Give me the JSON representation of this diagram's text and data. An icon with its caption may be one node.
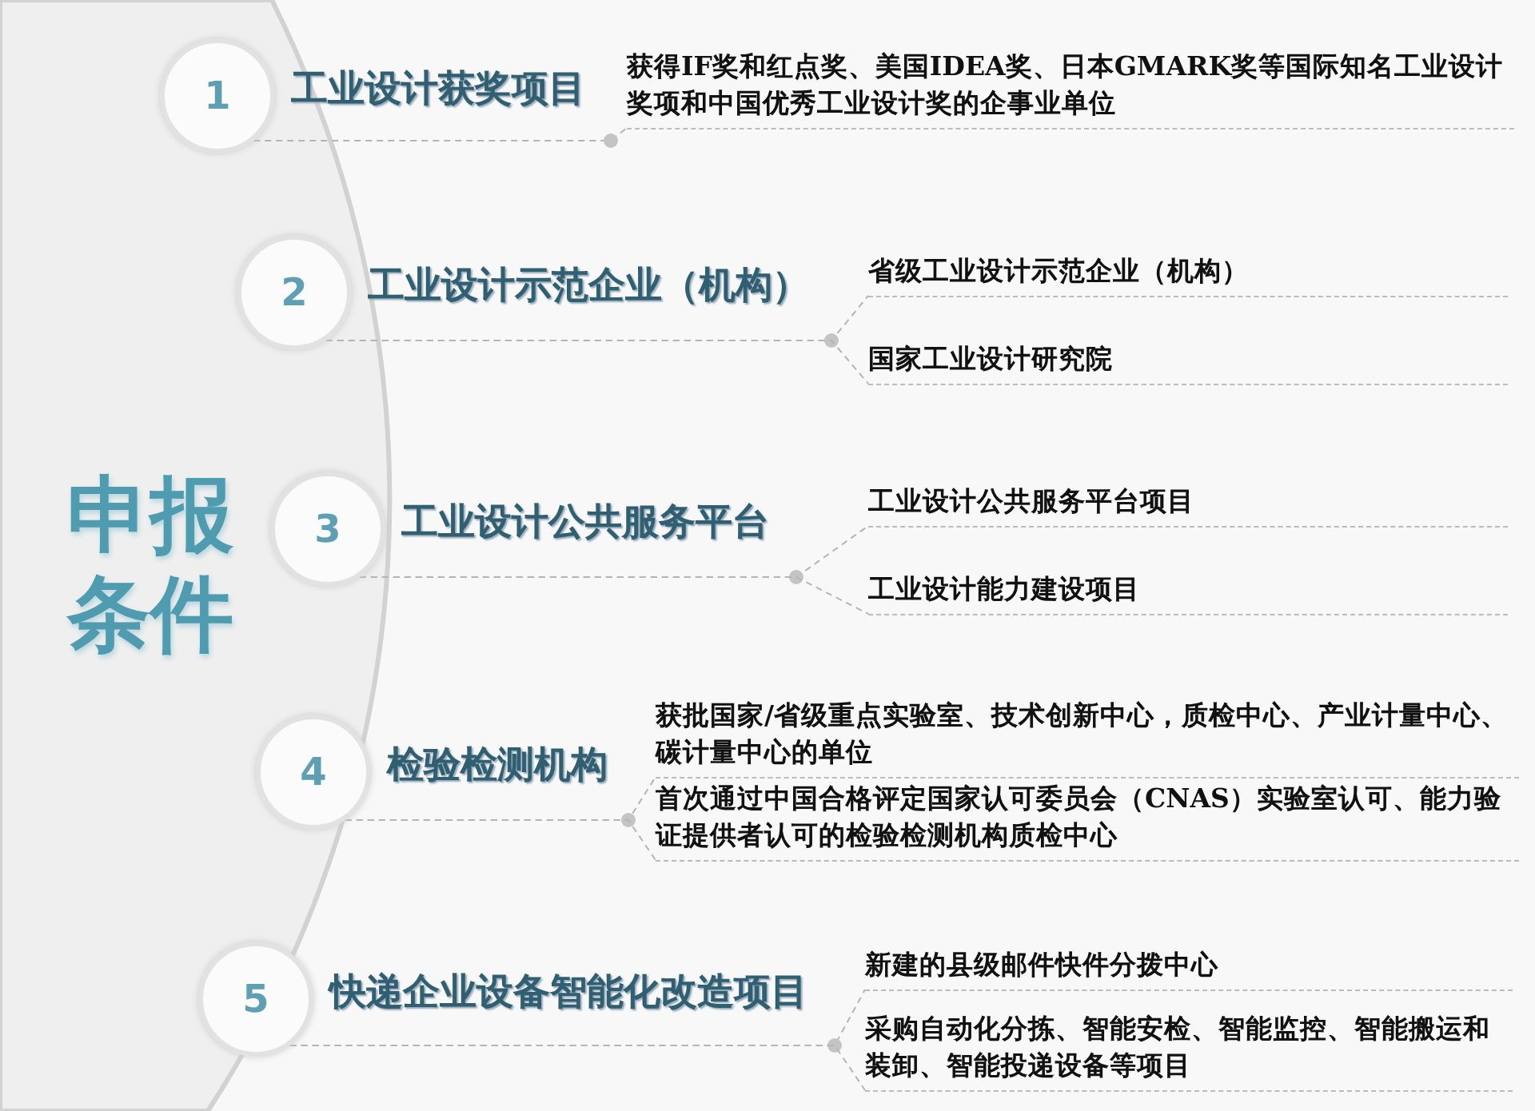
{
  "diagram": {
    "title": "申报条件",
    "nodes": [
      {
        "text": [
          "1",
          "工业设计获奖项目"
        ]
      },
      {
        "text": [
          "获得IF奖和红点奖、美国IDEA奖、日本GMARK奖等国际知名工业设计奖项和中国优秀工业设计奖的企事业单位"
        ]
      },
      {
        "text": [
          "2",
          "工业设计示范企业（机构）"
        ]
      },
      {
        "text": [
          "省级工业设计示范企业（机构）"
        ]
      },
      {
        "text": [
          "国家工业设计研究院"
        ]
      },
      {
        "text": [
          "3",
          "工业设计公共服务平台"
        ]
      },
      {
        "text": [
          "工业设计公共服务平台项目"
        ]
      },
      {
        "text": [
          "工业设计能力建设项目"
        ]
      },
      {
        "text": [
          "4",
          "检验检测机构"
        ]
      },
      {
        "text": [
          "获批国家/省级重点实验室、技术创新中心，质检中心、产业计量中心、碳计量中心的单位"
        ]
      },
      {
        "text": [
          "首次通过中国合格评定国家认可委员会（CNAS）实验室认可、能力验证提供者认可的检验检测机构质检中心"
        ]
      },
      {
        "text": [
          "5",
          "快递企业设备智能化改造项目"
        ]
      },
      {
        "text": [
          "新建的县级邮件快件分拨中心"
        ]
      },
      {
        "text": [
          "采购自动化分拣、智能安检、智能监控、智能搬运和装卸、智能投递设备等项目"
        ]
      }
    ],
    "edges": [
      {
        "from": 0,
        "to": 1,
        "arrow": "none",
        "style": "dashed"
      },
      {
        "from": 2,
        "to": 3,
        "arrow": "none",
        "style": "dashed"
      },
      {
        "from": 2,
        "to": 4,
        "arrow": "none",
        "style": "dashed"
      },
      {
        "from": 5,
        "to": 6,
        "arrow": "none",
        "style": "dashed"
      },
      {
        "from": 5,
        "to": 7,
        "arrow": "none",
        "style": "dashed"
      },
      {
        "from": 8,
        "to": 9,
        "arrow": "none",
        "style": "dashed"
      },
      {
        "from": 8,
        "to": 10,
        "arrow": "none",
        "style": "dashed"
      },
      {
        "from": 11,
        "to": 12,
        "arrow": "none",
        "style": "dashed"
      },
      {
        "from": 11,
        "to": 13,
        "arrow": "none",
        "style": "dashed"
      }
    ]
  }
}
